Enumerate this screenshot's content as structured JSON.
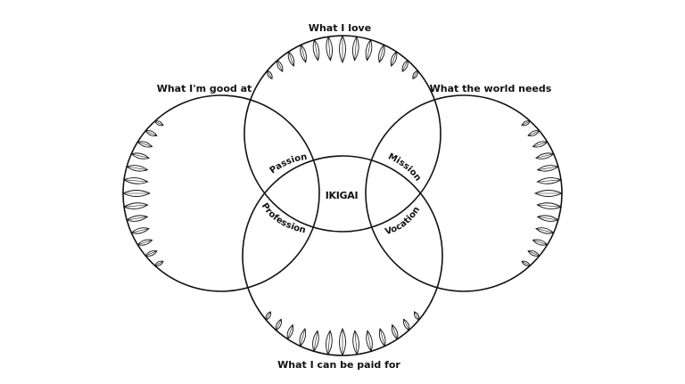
{
  "circles": {
    "love": "What I love",
    "good_at": "What I'm good at",
    "world_needs": "What the world needs",
    "paid_for": "What I can be paid for"
  },
  "overlaps": {
    "passion": "Passion",
    "mission": "Mission",
    "profession": "Profession",
    "vocation": "Vocation"
  },
  "center": "IKIGAI",
  "colors": {
    "stroke": "#111111",
    "background": "#ffffff"
  }
}
